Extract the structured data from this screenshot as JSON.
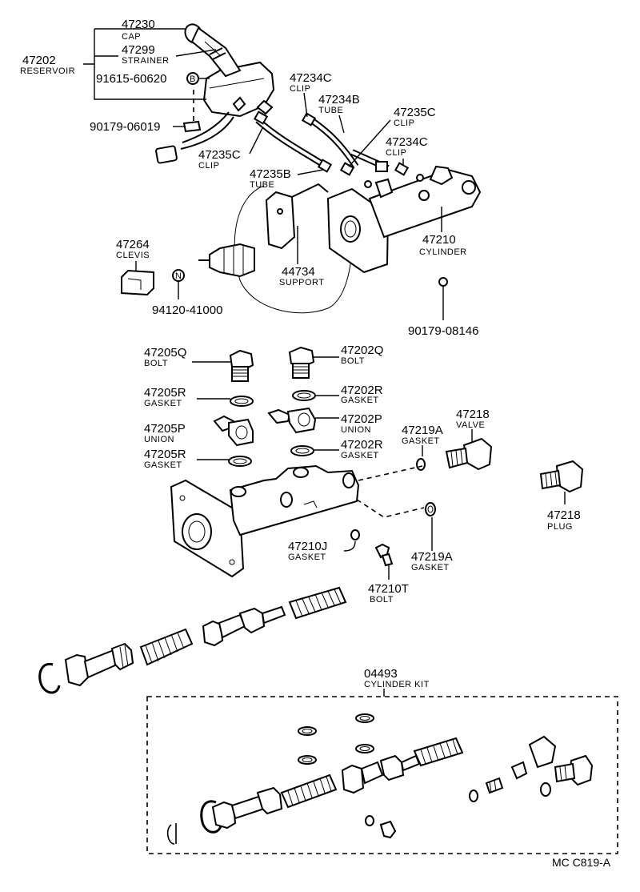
{
  "callouts": {
    "c47230": {
      "num": "47230",
      "name": "CAP"
    },
    "c47299": {
      "num": "47299",
      "name": "STRAINER"
    },
    "c47202": {
      "num": "47202",
      "name": "RESERVOIR"
    },
    "c91615": {
      "num": "91615-60620",
      "badge": "B"
    },
    "c90179a": {
      "num": "90179-06019"
    },
    "c47235c_left": {
      "num": "47235C",
      "name": "CLIP"
    },
    "c47234c_top": {
      "num": "47234C",
      "name": "CLIP"
    },
    "c47234b": {
      "num": "47234B",
      "name": "TUBE"
    },
    "c47235c_right": {
      "num": "47235C",
      "name": "CLIP"
    },
    "c47234c_right": {
      "num": "47234C",
      "name": "CLIP"
    },
    "c47235b": {
      "num": "47235B",
      "name": "TUBE"
    },
    "c47264": {
      "num": "47264",
      "name": "CLEVIS"
    },
    "c94120": {
      "num": "94120-41000",
      "badge": "N"
    },
    "c44734": {
      "num": "44734",
      "name": "SUPPORT"
    },
    "c47210": {
      "num": "47210",
      "name": "CYLINDER"
    },
    "c90179b": {
      "num": "90179-08146"
    },
    "c47205q": {
      "num": "47205Q",
      "name": "BOLT"
    },
    "c47202q": {
      "num": "47202Q",
      "name": "BOLT"
    },
    "c47205r_a": {
      "num": "47205R",
      "name": "GASKET"
    },
    "c47202r_a": {
      "num": "47202R",
      "name": "GASKET"
    },
    "c47205p": {
      "num": "47205P",
      "name": "UNION"
    },
    "c47202p": {
      "num": "47202P",
      "name": "UNION"
    },
    "c47219a_top": {
      "num": "47219A",
      "name": "GASKET"
    },
    "c47218v": {
      "num": "47218",
      "name": "VALVE"
    },
    "c47205r_b": {
      "num": "47205R",
      "name": "GASKET"
    },
    "c47202r_b": {
      "num": "47202R",
      "name": "GASKET"
    },
    "c47218p": {
      "num": "47218",
      "name": "PLUG"
    },
    "c47210j": {
      "num": "47210J",
      "name": "GASKET"
    },
    "c47219a_bot": {
      "num": "47219A",
      "name": "GASKET"
    },
    "c47210t": {
      "num": "47210T",
      "name": "BOLT"
    },
    "c04493": {
      "num": "04493",
      "name": "CYLINDER KIT"
    }
  },
  "footer": {
    "code": "MC  C819-A"
  }
}
